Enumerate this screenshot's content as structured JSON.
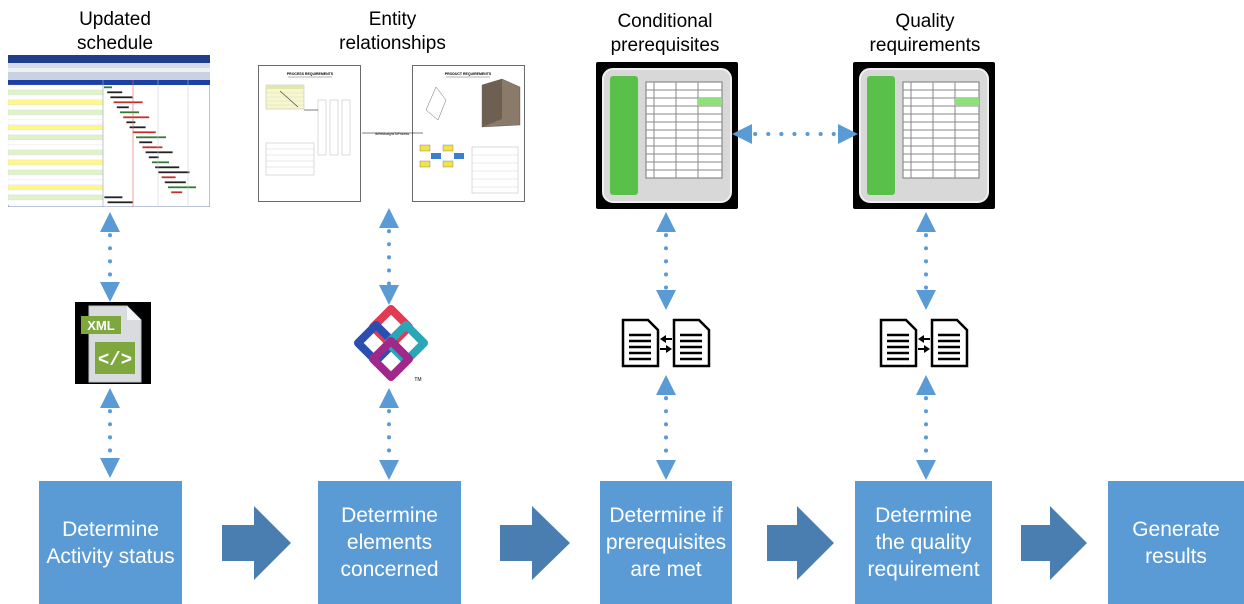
{
  "headings": {
    "updated_schedule": "Updated\nschedule",
    "entity_relationships": "Entity\nrelationships",
    "conditional_prerequisites": "Conditional\nprerequisites",
    "quality_requirements": "Quality\nrequirements"
  },
  "steps": [
    {
      "label": "Determine Activity status"
    },
    {
      "label": "Determine elements concerned"
    },
    {
      "label": "Determine if prerequisites are met"
    },
    {
      "label": "Determine the quality requirement"
    },
    {
      "label": "Generate results"
    }
  ],
  "icons": {
    "xml_badge": "XML",
    "xml_code": "</>",
    "ifc_tm": "TM"
  },
  "entity_panel": {
    "left_title": "PROCESS REQUIREMENTS",
    "right_title": "PRODUCT REQUIREMENTS",
    "link_label": "IfcRelAssignsToProcess"
  },
  "colors": {
    "step_fill": "#5b9bd5",
    "arrow_fill": "#4a7eb0",
    "connector": "#5b9bd5",
    "tablet_green": "#59c14a"
  }
}
